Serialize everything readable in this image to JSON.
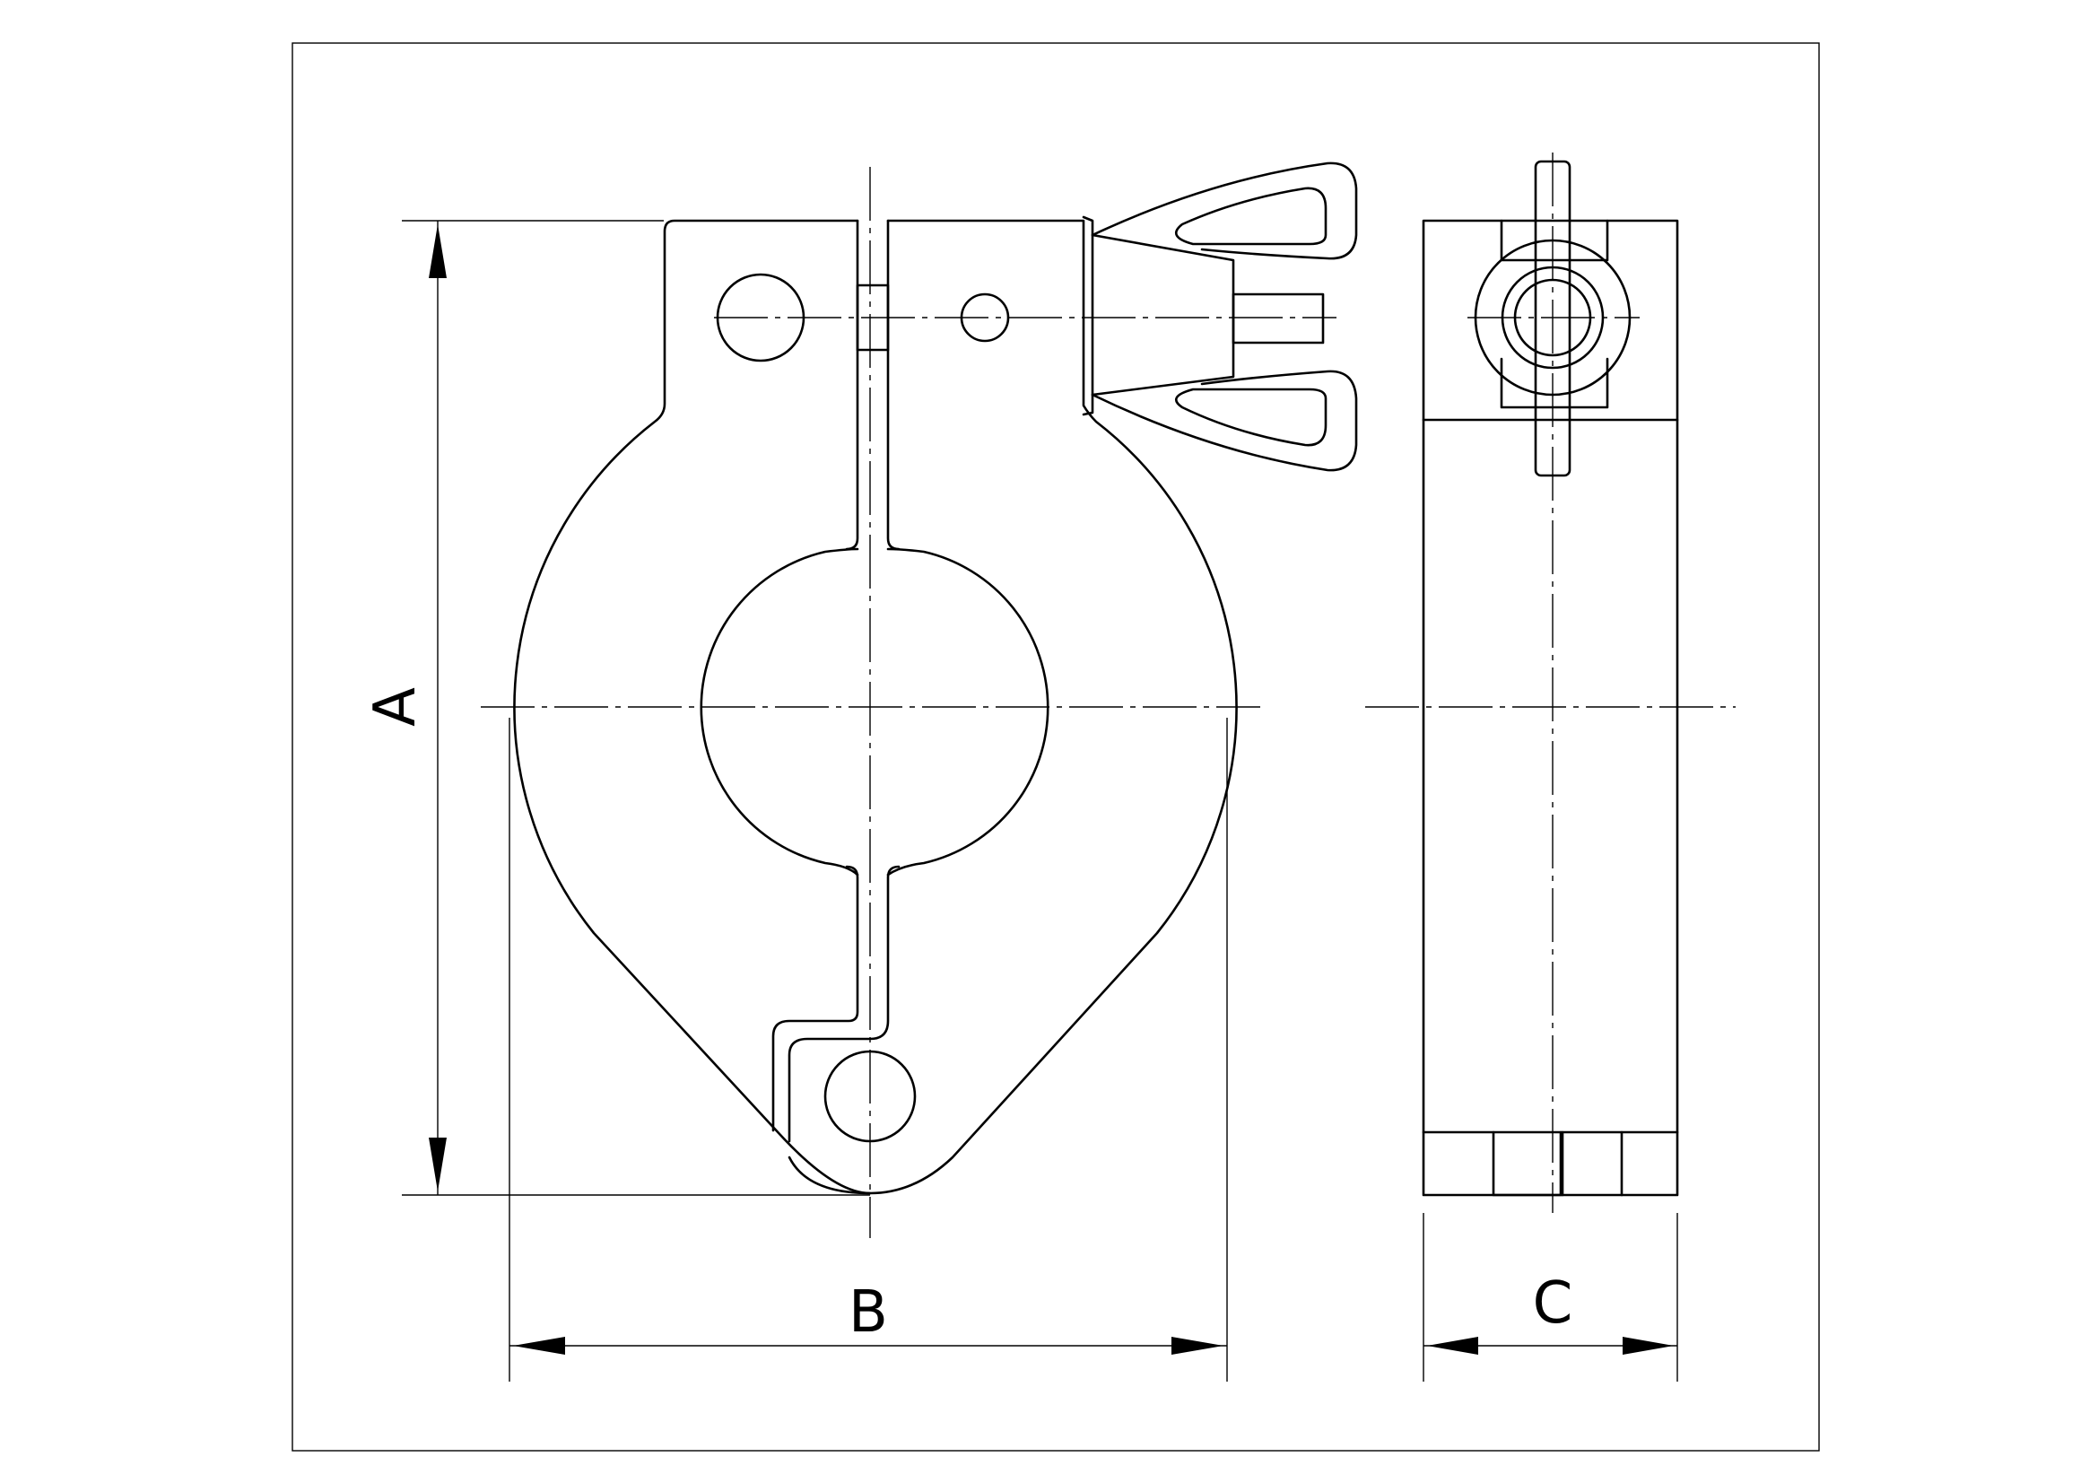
{
  "dimension_labels": {
    "height": "A",
    "width": "B",
    "thickness": "C"
  }
}
